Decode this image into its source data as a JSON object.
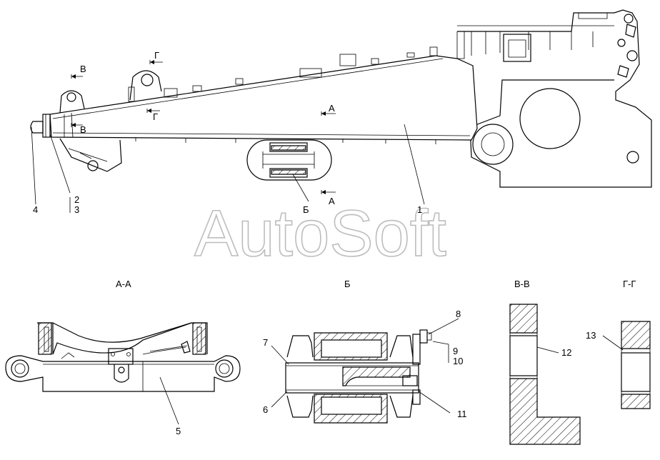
{
  "watermark": "AutoSoft",
  "view_titles": {
    "section_a": "А-А",
    "detail_b": "Б",
    "section_v": "В-В",
    "section_g": "Г-Г"
  },
  "section_marks": {
    "v_upper": "В",
    "v_lower": "В",
    "g_upper": "Г",
    "g_lower": "Г",
    "a_upper": "А",
    "a_lower": "А",
    "b_callout": "Б"
  },
  "callouts": {
    "p1": "1",
    "p2": "2",
    "p3": "3",
    "p4": "4",
    "p5": "5",
    "p6": "6",
    "p7": "7",
    "p8": "8",
    "p9": "9",
    "p10": "10",
    "p11": "11",
    "p12": "12",
    "p13": "13"
  }
}
